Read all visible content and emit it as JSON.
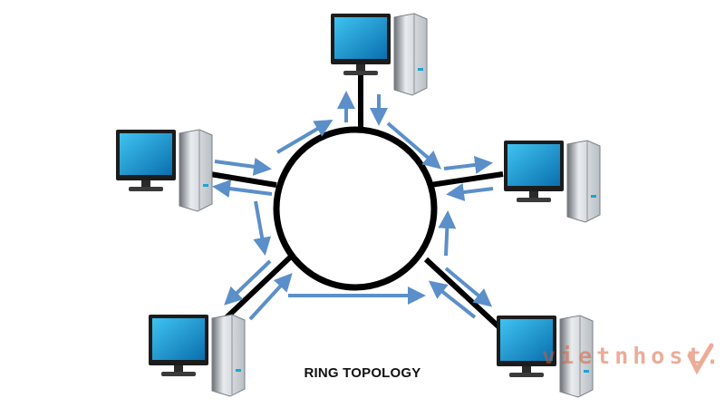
{
  "diagram": {
    "caption": "RING TOPOLOGY",
    "watermark": "vietnhost.",
    "nodes": [
      {
        "id": "top",
        "icon": "desktop-computer-icon"
      },
      {
        "id": "right",
        "icon": "desktop-computer-icon"
      },
      {
        "id": "bottom-right",
        "icon": "desktop-computer-icon"
      },
      {
        "id": "bottom-left",
        "icon": "desktop-computer-icon"
      },
      {
        "id": "left",
        "icon": "desktop-computer-icon"
      }
    ],
    "colors": {
      "ring": "#000000",
      "arrow": "#5b8fc9",
      "screen": "#1aa3d8",
      "watermark": "#d95b33"
    }
  }
}
